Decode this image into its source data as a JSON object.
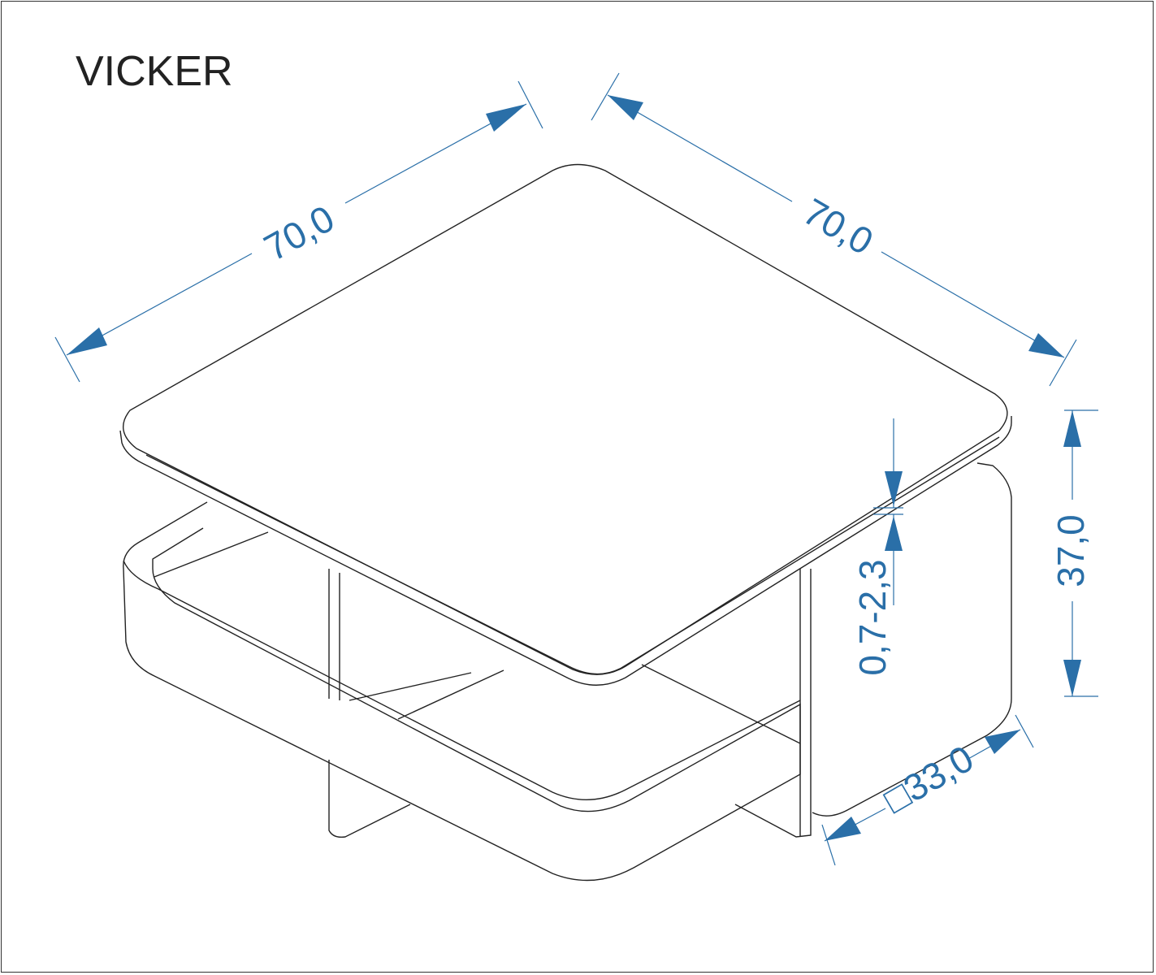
{
  "title": "VICKER",
  "dimensions": {
    "width_left": "70,0",
    "width_right": "70,0",
    "height": "37,0",
    "top_thickness": "0,7-2,3",
    "base": "□33,0"
  },
  "colors": {
    "dimension": "#2a6fa8",
    "outline": "#222222"
  }
}
